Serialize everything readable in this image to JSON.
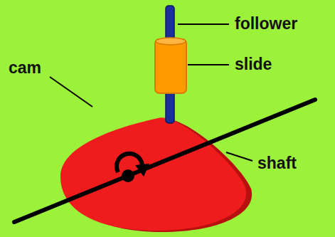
{
  "diagram": {
    "labels": [
      "follower",
      "slide",
      "cam",
      "shaft"
    ]
  }
}
